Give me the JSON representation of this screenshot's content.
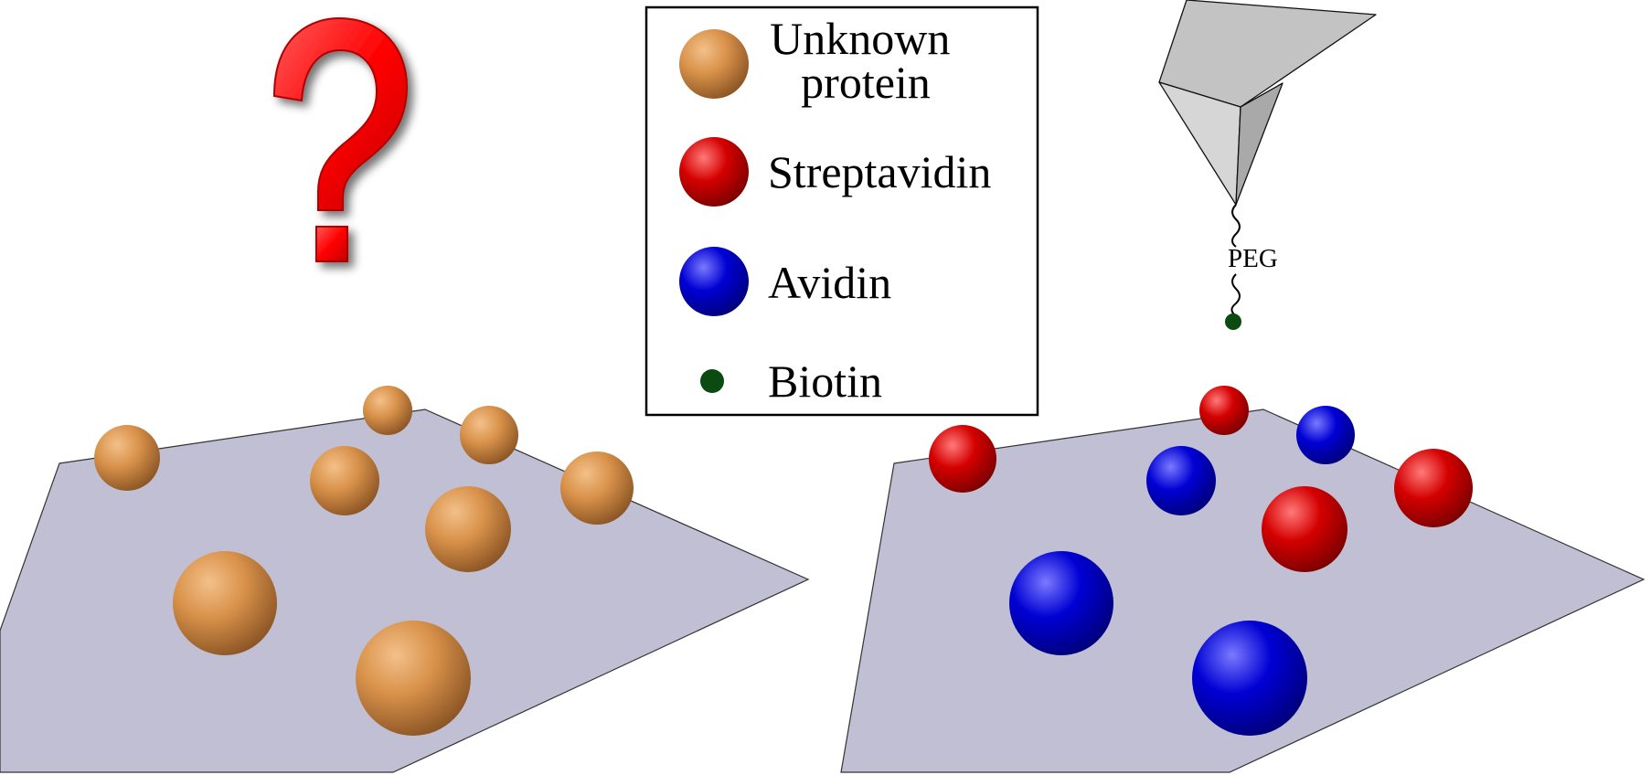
{
  "legend": {
    "items": [
      {
        "key": "unknown",
        "label_line1": "Unknown",
        "label_line2": "protein",
        "color": "#d9924a"
      },
      {
        "key": "streptavidin",
        "label": "Streptavidin",
        "color": "#d80000"
      },
      {
        "key": "avidin",
        "label": "Avidin",
        "color": "#0000d8"
      },
      {
        "key": "biotin",
        "label": "Biotin",
        "color": "#0b4a10"
      }
    ]
  },
  "probe": {
    "label": "PEG"
  },
  "colors": {
    "unknown": "#d9924a",
    "streptavidin": "#d80000",
    "avidin": "#0000d8",
    "biotin": "#0b4a10",
    "surface": "#c0bfd3",
    "question_mark": "#ff0000",
    "tip": "#c6c6c6"
  },
  "icons": {
    "question_mark": "question-mark-icon",
    "afm_tip": "afm-tip-icon"
  }
}
